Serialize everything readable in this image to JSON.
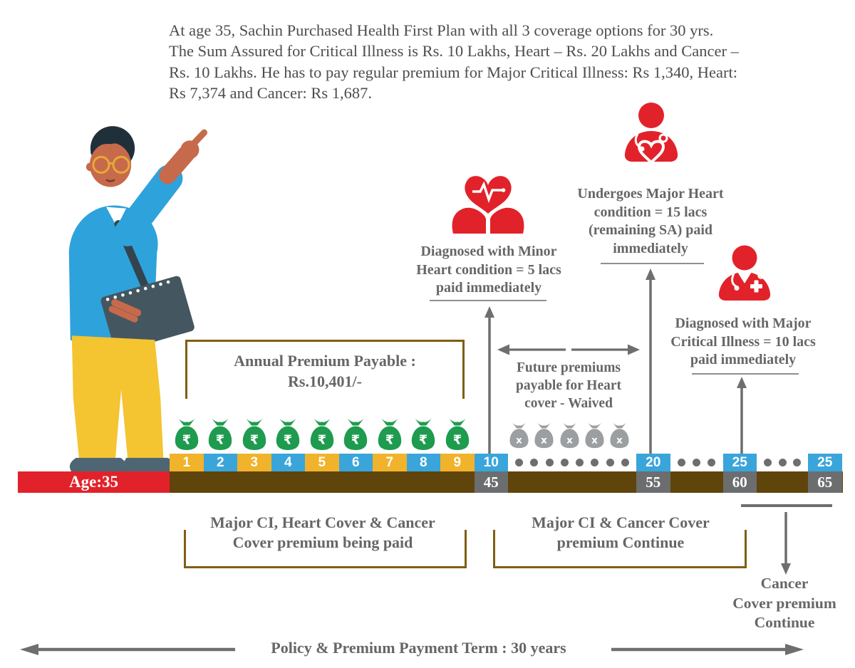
{
  "palette": {
    "red": "#E2222A",
    "green": "#1E9B4E",
    "yellow": "#F1B32B",
    "blue": "#39A5DB",
    "brown": "#5F450B",
    "gray_cell": "#6C6D6F",
    "arrow": "#6E6E6E",
    "bag_gray": "#9B9FA2",
    "gold": "#7F5F11",
    "text": "#666666",
    "intro_text": "#4D4D4D"
  },
  "intro": {
    "lines": [
      "At age 35, Sachin Purchased Health First Plan with all 3 coverage  options for 30 yrs.",
      "The Sum Assured for Critical Illness is Rs. 10 Lakhs,  Heart – Rs. 20 Lakhs and Cancer –",
      "Rs. 10 Lakhs. He has to pay regular premium for Major Critical Illness: Rs 1,340, Heart:",
      "Rs 7,374 and  Cancer: Rs 1,687."
    ]
  },
  "annotations": {
    "minor_heart": {
      "lines": [
        "Diagnosed with Minor",
        "Heart condition = 5 lacs",
        "paid immediately"
      ]
    },
    "major_heart": {
      "lines": [
        "Undergoes Major Heart",
        "condition = 15 lacs",
        "(remaining SA) paid",
        "immediately"
      ]
    },
    "major_ci": {
      "lines": [
        "Diagnosed with Major",
        "Critical Illness = 10 lacs",
        "paid immediately"
      ]
    },
    "future_premiums": {
      "lines": [
        "Future premiums",
        "payable for Heart",
        "cover - Waived"
      ]
    },
    "annual_premium": {
      "lines": [
        "Annual Premium Payable :",
        "Rs.10,401/-"
      ]
    },
    "paid_label": {
      "lines": [
        "Major CI, Heart Cover & Cancer",
        "Cover premium being paid"
      ]
    },
    "continue_label": {
      "lines": [
        "Major CI & Cancer Cover",
        "premium Continue"
      ]
    },
    "cancer_label": {
      "lines": [
        "Cancer",
        "Cover premium",
        "Continue"
      ]
    },
    "policy_term": "Policy & Premium Payment Term : 30 years"
  },
  "icons": {
    "minor_heart": "heart-in-hands-ecg",
    "major_heart": "patient-with-heart-stethoscope",
    "major_ci": "doctor-with-stethoscope-cross",
    "premium": "money-bag-rupee",
    "waived": "money-bag-crossed"
  },
  "timeline": {
    "age_start": "Age:35",
    "bag_symbol": "₹",
    "waived_symbol": "x",
    "waived_bags": 5,
    "cells": [
      {
        "year": "1",
        "color": "yellow",
        "bag": true
      },
      {
        "year": "2",
        "color": "blue",
        "bag": true
      },
      {
        "year": "3",
        "color": "yellow",
        "bag": true
      },
      {
        "year": "4",
        "color": "blue",
        "bag": true
      },
      {
        "year": "5",
        "color": "yellow",
        "bag": true
      },
      {
        "year": "6",
        "color": "blue",
        "bag": true
      },
      {
        "year": "7",
        "color": "yellow",
        "bag": true
      },
      {
        "year": "8",
        "color": "blue",
        "bag": true
      },
      {
        "year": "9",
        "color": "yellow",
        "bag": true
      },
      {
        "year": "10",
        "color": "blue",
        "age": "45"
      },
      {
        "dots": 8
      },
      {
        "year": "20",
        "color": "blue",
        "age": "55"
      },
      {
        "dots": 3
      },
      {
        "year": "25",
        "color": "blue",
        "age": "60"
      },
      {
        "dots": 3
      },
      {
        "year": "25",
        "color": "blue",
        "age": "65"
      }
    ]
  }
}
